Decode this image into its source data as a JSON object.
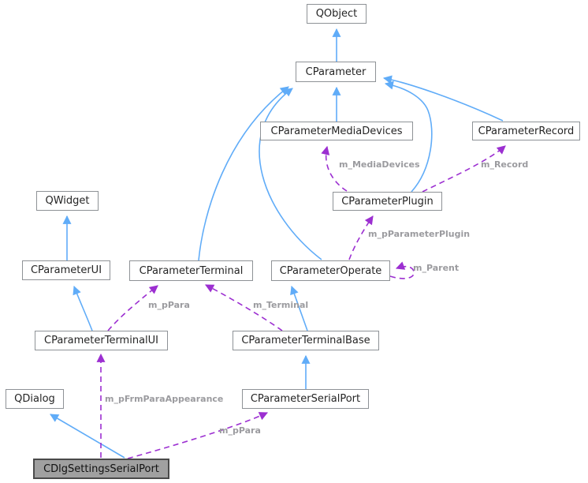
{
  "diagram": {
    "kind": "class-collaboration-graph",
    "main_class": "CDlgSettingsSerialPort",
    "colors": {
      "background": "#ffffff",
      "inheritance_edge": "#60acf8",
      "usage_edge": "#9c2fd1",
      "node_fill": "#ffffff",
      "node_border": "#8e9296",
      "node_text": "#252525",
      "main_node_fill": "#a0a0a0",
      "main_node_border": "#4a4a4a",
      "edge_label_text": "#9b9b9f"
    },
    "nodes": [
      {
        "label": "QObject"
      },
      {
        "label": "CParameter"
      },
      {
        "label": "CParameterMediaDevices"
      },
      {
        "label": "CParameterRecord"
      },
      {
        "label": "CParameterPlugin"
      },
      {
        "label": "QWidget"
      },
      {
        "label": "CParameterUI"
      },
      {
        "label": "CParameterTerminal"
      },
      {
        "label": "CParameterOperate"
      },
      {
        "label": "CParameterTerminalUI"
      },
      {
        "label": "CParameterTerminalBase"
      },
      {
        "label": "QDialog"
      },
      {
        "label": "CParameterSerialPort"
      },
      {
        "label": "CDlgSettingsSerialPort"
      }
    ],
    "edges": [
      {
        "from": "CParameter",
        "to": "QObject",
        "type": "inheritance",
        "label": ""
      },
      {
        "from": "CParameterMediaDevices",
        "to": "CParameter",
        "type": "inheritance",
        "label": ""
      },
      {
        "from": "CParameterPlugin",
        "to": "CParameter",
        "type": "inheritance",
        "label": ""
      },
      {
        "from": "CParameterRecord",
        "to": "CParameter",
        "type": "inheritance",
        "label": ""
      },
      {
        "from": "CParameterTerminal",
        "to": "CParameter",
        "type": "inheritance",
        "label": ""
      },
      {
        "from": "CParameterOperate",
        "to": "CParameter",
        "type": "inheritance",
        "label": ""
      },
      {
        "from": "CParameterUI",
        "to": "QWidget",
        "type": "inheritance",
        "label": ""
      },
      {
        "from": "CParameterTerminalUI",
        "to": "CParameterUI",
        "type": "inheritance",
        "label": ""
      },
      {
        "from": "CParameterTerminalBase",
        "to": "CParameterOperate",
        "type": "inheritance",
        "label": ""
      },
      {
        "from": "CParameterSerialPort",
        "to": "CParameterTerminalBase",
        "type": "inheritance",
        "label": ""
      },
      {
        "from": "CDlgSettingsSerialPort",
        "to": "QDialog",
        "type": "inheritance",
        "label": ""
      },
      {
        "from": "CParameterPlugin",
        "to": "CParameterMediaDevices",
        "type": "usage",
        "label": "m_MediaDevices"
      },
      {
        "from": "CParameterPlugin",
        "to": "CParameterRecord",
        "type": "usage",
        "label": "m_Record"
      },
      {
        "from": "CParameterOperate",
        "to": "CParameterPlugin",
        "type": "usage",
        "label": "m_pParameterPlugin"
      },
      {
        "from": "CParameterOperate",
        "to": "CParameterOperate",
        "type": "usage",
        "label": "m_Parent"
      },
      {
        "from": "CParameterTerminalUI",
        "to": "CParameterTerminal",
        "type": "usage",
        "label": "m_pPara"
      },
      {
        "from": "CParameterTerminalBase",
        "to": "CParameterTerminal",
        "type": "usage",
        "label": "m_Terminal"
      },
      {
        "from": "CDlgSettingsSerialPort",
        "to": "CParameterTerminalUI",
        "type": "usage",
        "label": "m_pFrmParaAppearance"
      },
      {
        "from": "CDlgSettingsSerialPort",
        "to": "CParameterSerialPort",
        "type": "usage",
        "label": "m_pPara"
      }
    ]
  }
}
